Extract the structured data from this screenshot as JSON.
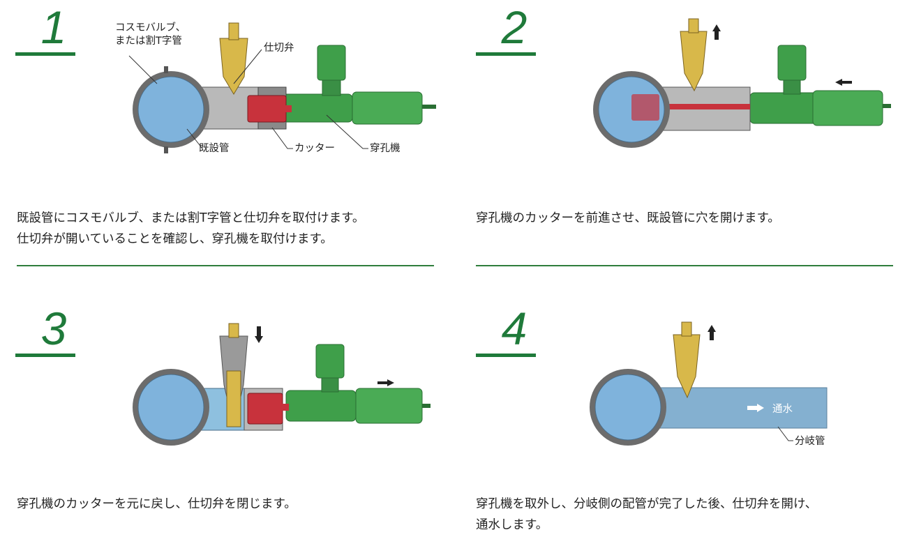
{
  "steps": [
    {
      "number": "1",
      "description_lines": [
        "既設管にコスモバルブ、または割T字管と仕切弁を取付けます。",
        "仕切弁が開いていることを確認し、穿孔機を取付けます。"
      ],
      "labels": {
        "valve_type_line1": "コスモバルブ、",
        "valve_type_line2": "または割T字管",
        "gate_valve": "仕切弁",
        "existing_pipe": "既設管",
        "cutter": "カッター",
        "drilling_machine": "穿孔機"
      }
    },
    {
      "number": "2",
      "description_lines": [
        "穿孔機のカッターを前進させ、既設管に穴を開けます。"
      ]
    },
    {
      "number": "3",
      "description_lines": [
        "穿孔機のカッターを元に戻し、仕切弁を閉じます。"
      ]
    },
    {
      "number": "4",
      "description_lines": [
        "穿孔機を取外し、分岐側の配管が完了した後、仕切弁を開け、",
        "通水します。"
      ],
      "labels": {
        "water_flow": "通水",
        "branch_pipe": "分岐管"
      }
    }
  ],
  "colors": {
    "accent_green": "#1f7a3a",
    "pipe_blue": "#7fb3dc",
    "machine_green": "#3f9f4a",
    "cutter_red": "#c8323c",
    "valve_gold": "#d8b84a"
  }
}
